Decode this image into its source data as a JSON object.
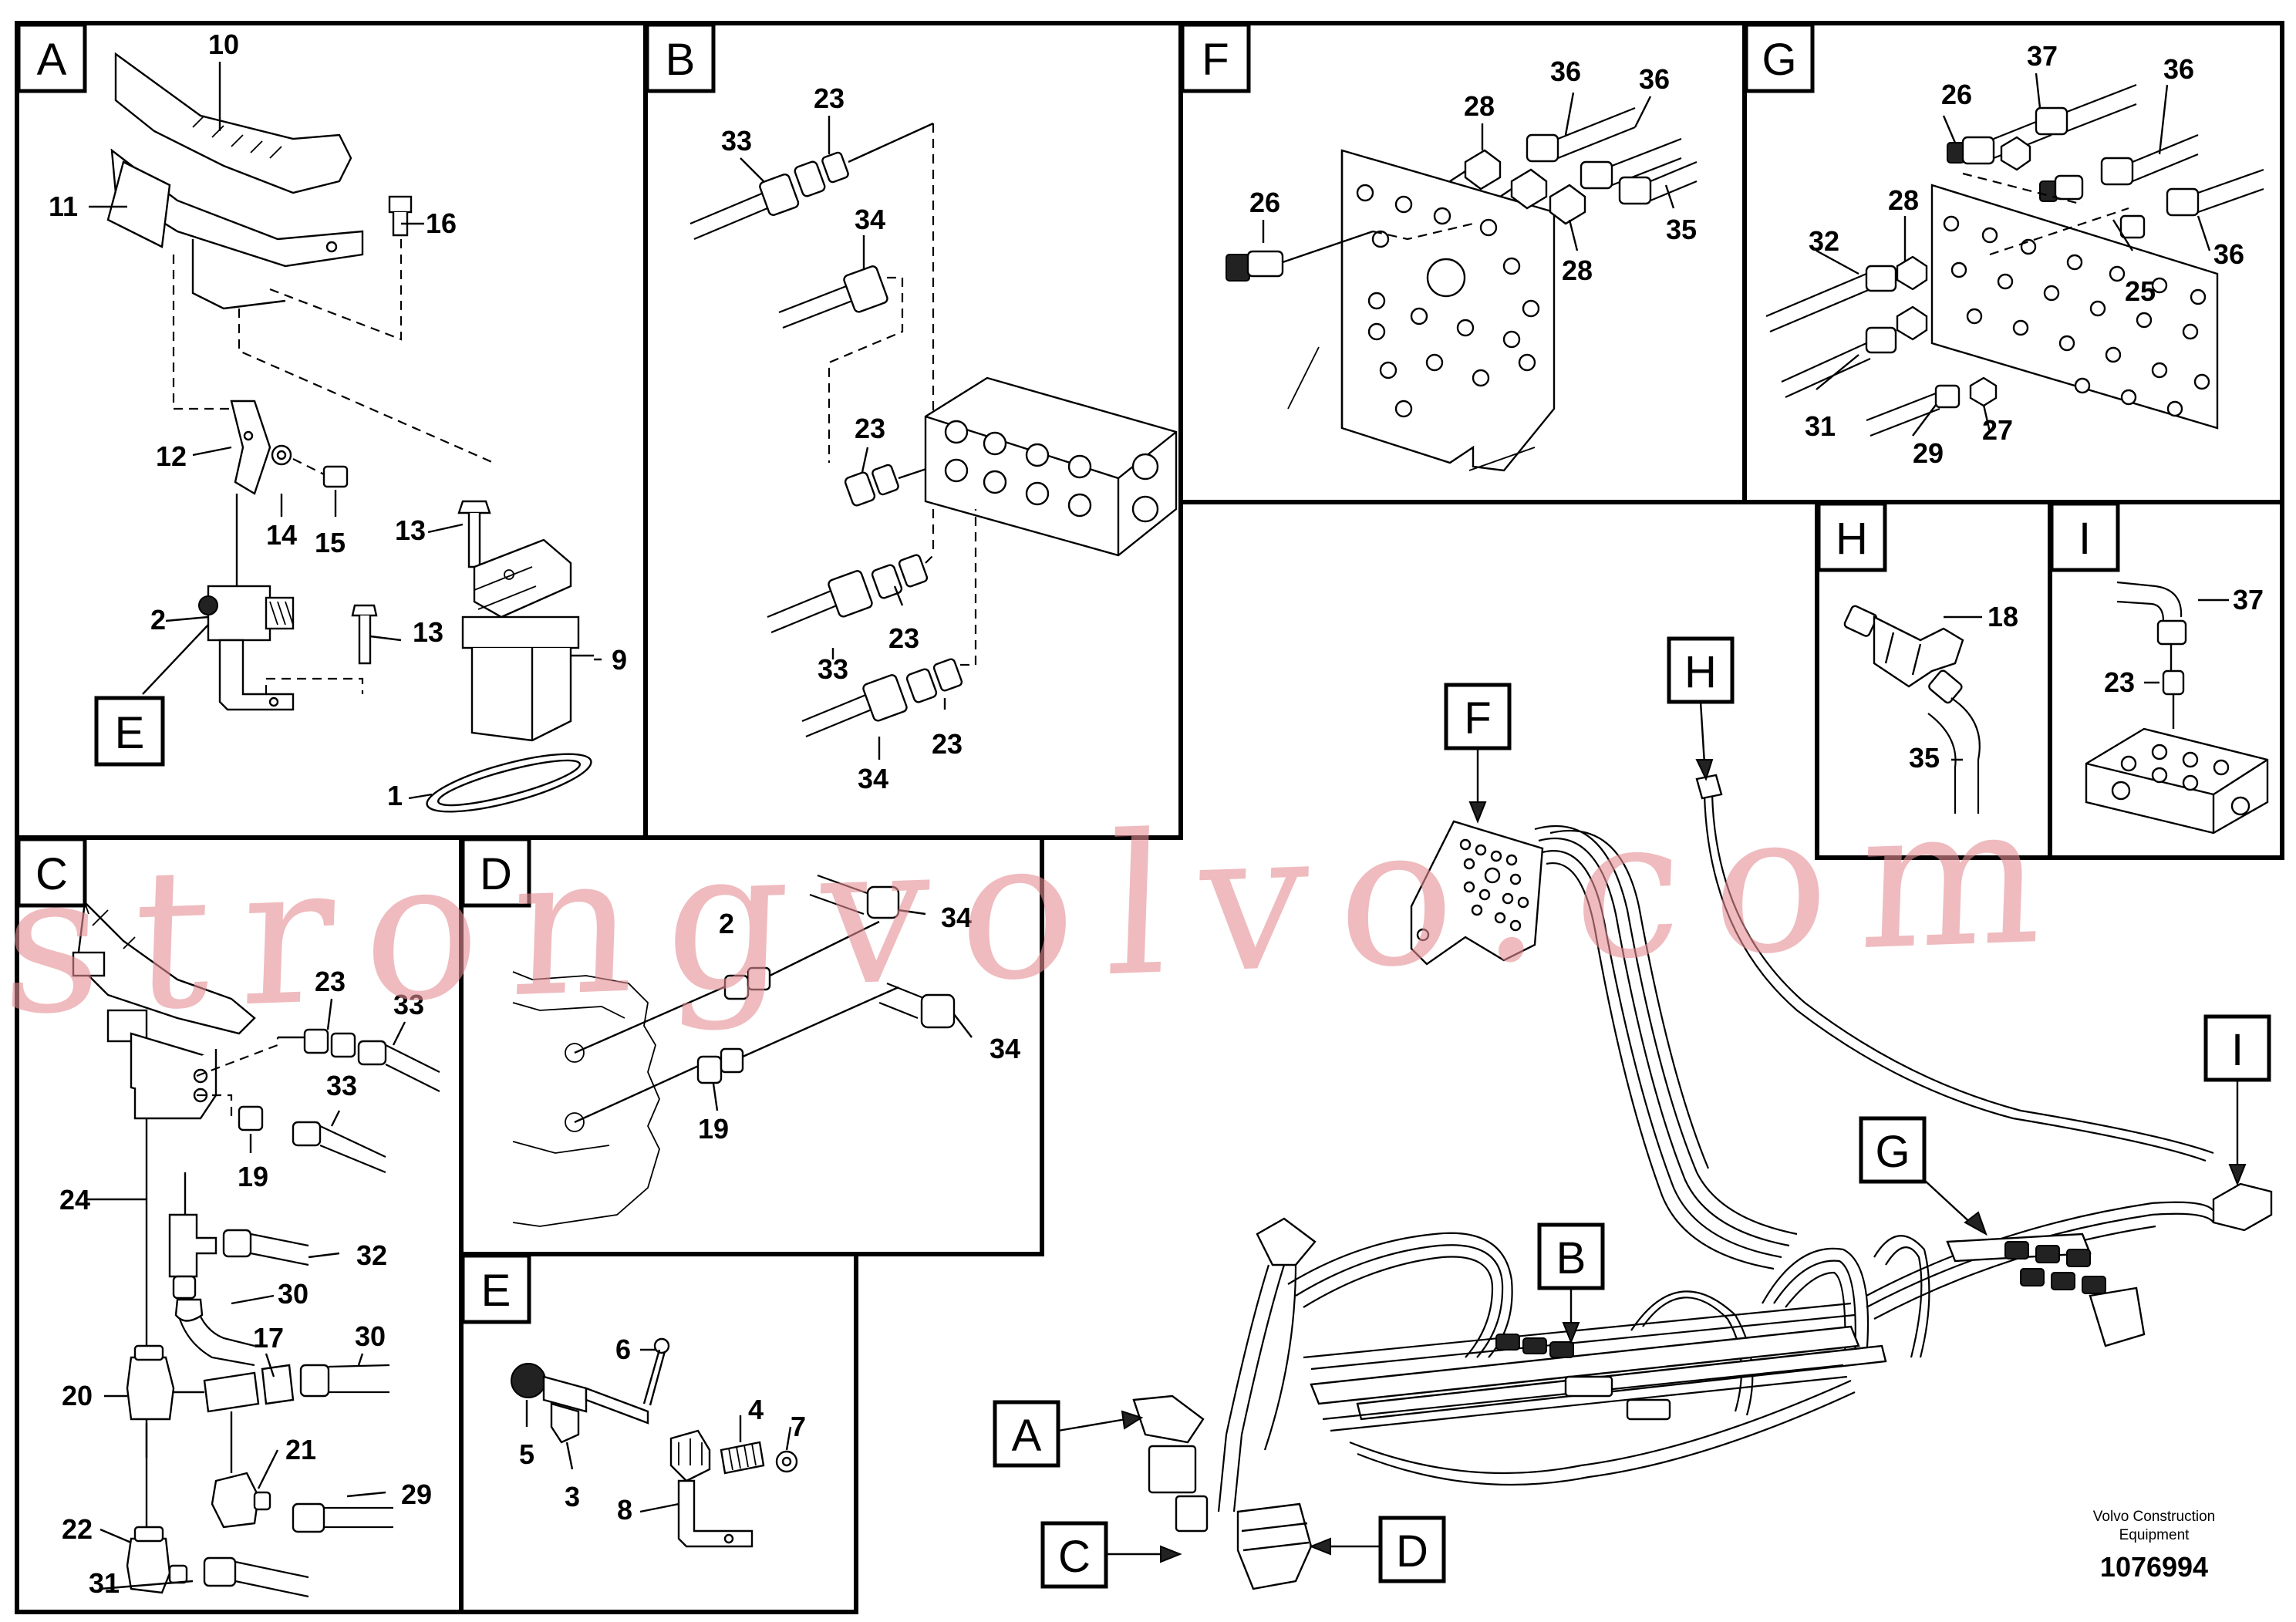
{
  "panels": {
    "A": {
      "label": "A",
      "callouts": [
        "10",
        "11",
        "16",
        "12",
        "14",
        "15",
        "13",
        "13",
        "2",
        "9",
        "1"
      ],
      "subview": "E"
    },
    "B": {
      "label": "B",
      "callouts": [
        "23",
        "33",
        "34",
        "23",
        "33",
        "23",
        "34",
        "23"
      ]
    },
    "C": {
      "label": "C",
      "callouts": [
        "23",
        "33",
        "33",
        "19",
        "24",
        "32",
        "30",
        "17",
        "30",
        "20",
        "21",
        "29",
        "22",
        "31"
      ]
    },
    "D": {
      "label": "D",
      "callouts": [
        "2",
        "34",
        "34",
        "19"
      ]
    },
    "E": {
      "label": "E",
      "callouts": [
        "6",
        "5",
        "3",
        "8",
        "4",
        "7"
      ]
    },
    "F": {
      "label": "F",
      "callouts": [
        "36",
        "28",
        "36",
        "26",
        "28",
        "35"
      ]
    },
    "G": {
      "label": "G",
      "callouts": [
        "37",
        "26",
        "36",
        "28",
        "32",
        "25",
        "36",
        "31",
        "29",
        "27"
      ]
    },
    "H": {
      "label": "H",
      "callouts": [
        "18",
        "35"
      ]
    },
    "I": {
      "label": "I",
      "callouts": [
        "37",
        "23"
      ]
    }
  },
  "overview_tags": [
    "F",
    "H",
    "I",
    "G",
    "B",
    "A",
    "C",
    "D"
  ],
  "footer": {
    "maker": "Volvo Construction",
    "maker2": "Equipment",
    "ref": "1076994"
  },
  "watermark": "strongvolvo.com",
  "colors": {
    "line": "#000000",
    "watermark": "#e58d93"
  }
}
